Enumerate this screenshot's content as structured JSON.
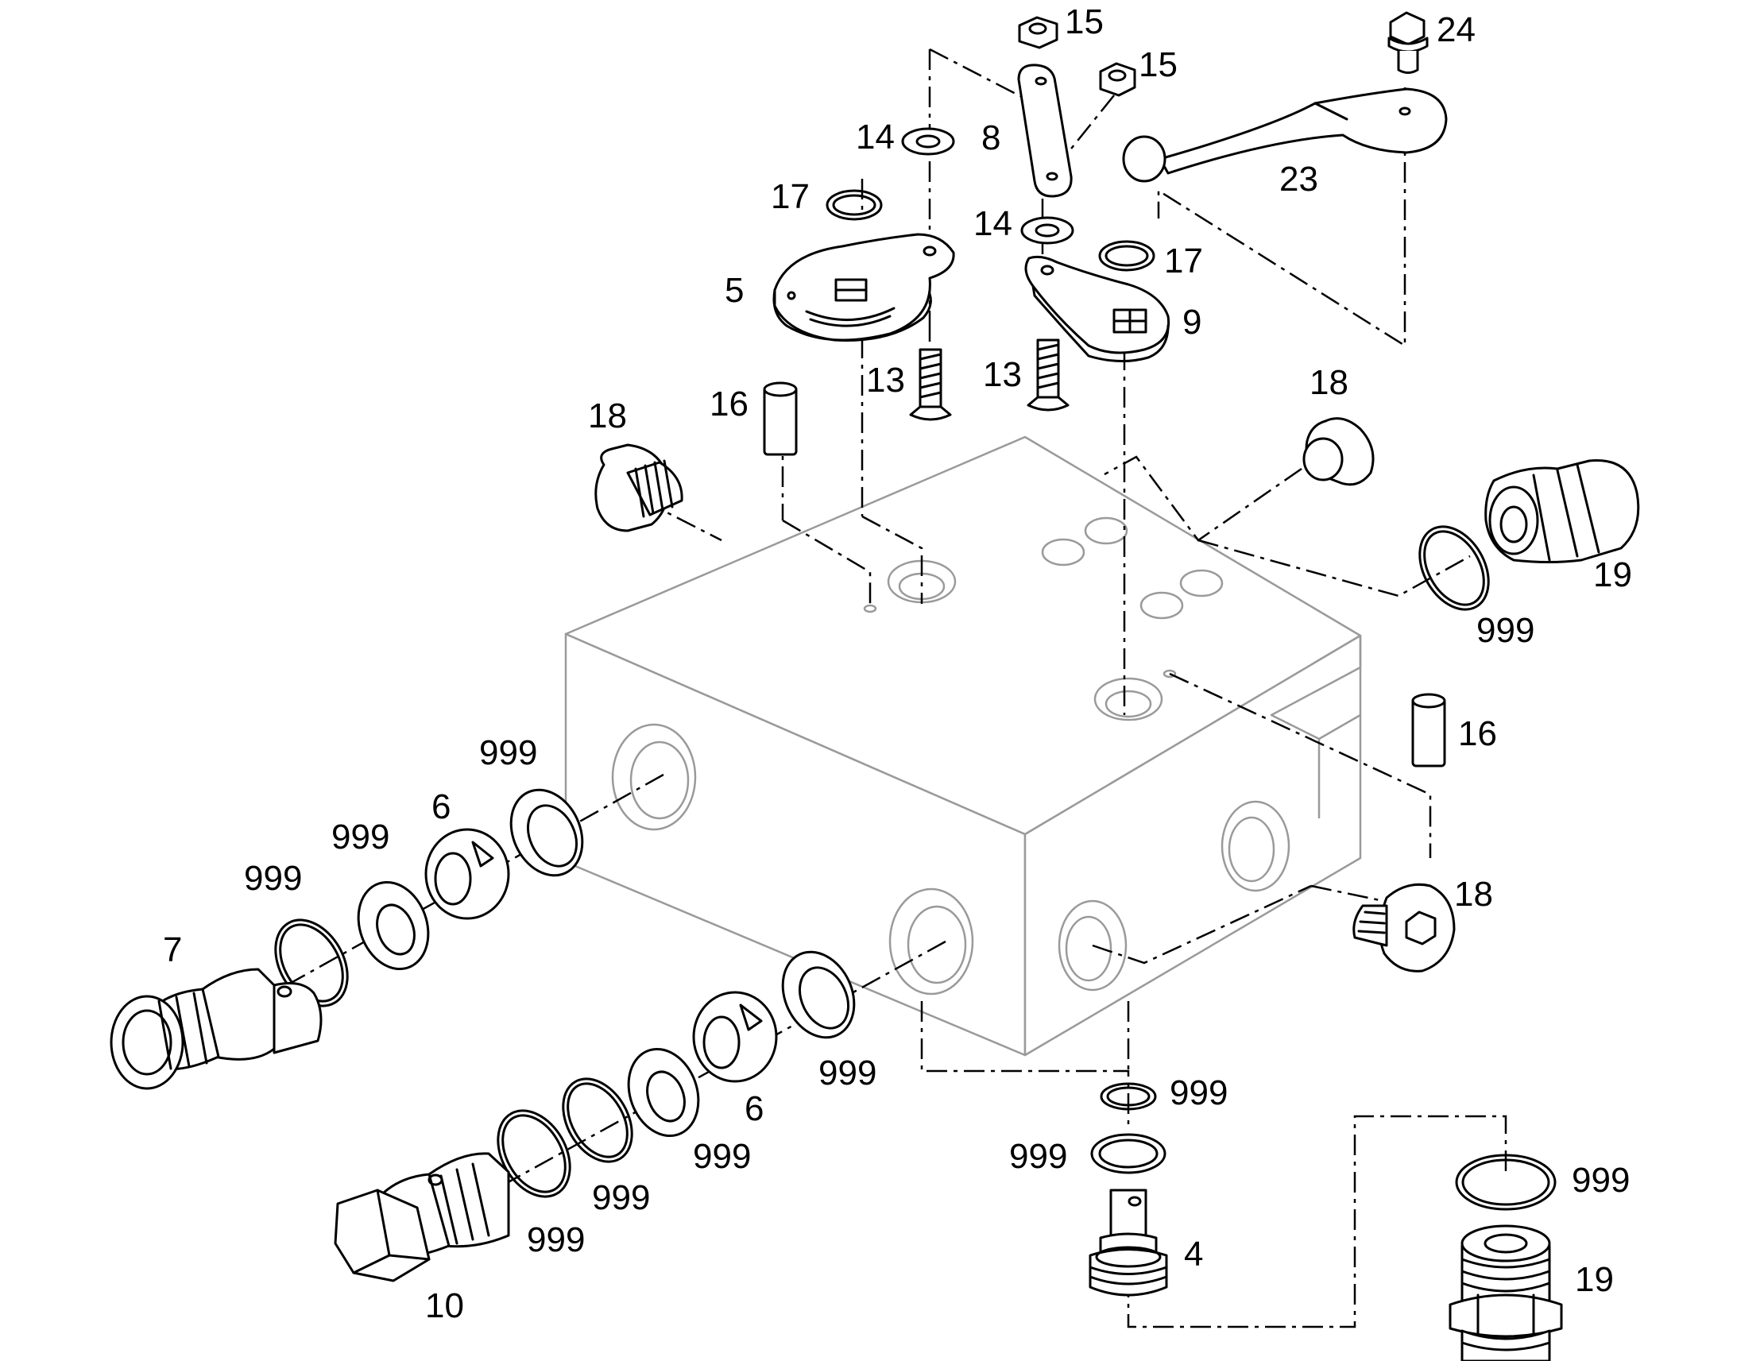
{
  "labels": {
    "l15a": "15",
    "l15b": "15",
    "l24": "24",
    "l14a": "14",
    "l8": "8",
    "l23": "23",
    "l17a": "17",
    "l14b": "14",
    "l17b": "17",
    "l5": "5",
    "l9": "9",
    "l13a": "13",
    "l13b": "13",
    "l16a": "16",
    "l18a": "18",
    "l18b": "18",
    "l19a": "19",
    "l999a": "999",
    "l16b": "16",
    "l999b": "999",
    "l6a": "6",
    "l999c": "999",
    "l999d": "999",
    "l7": "7",
    "l18c": "18",
    "l999e": "999",
    "l6b": "6",
    "l999f": "999",
    "l999g": "999",
    "l999h": "999",
    "l999i": "999",
    "l999j": "999",
    "l999k": "999",
    "l4": "4",
    "l19b": "19",
    "l10": "10"
  },
  "colors": {
    "line": "#000000",
    "block": "#9a9a9a",
    "background": "#ffffff"
  }
}
